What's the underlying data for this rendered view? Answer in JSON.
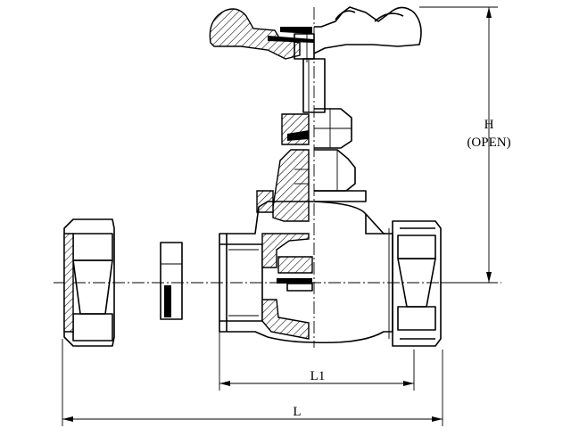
{
  "dimensions": {
    "height_label": "H",
    "height_note": "(OPEN)",
    "body_length_label": "L1",
    "overall_length_label": "L"
  }
}
